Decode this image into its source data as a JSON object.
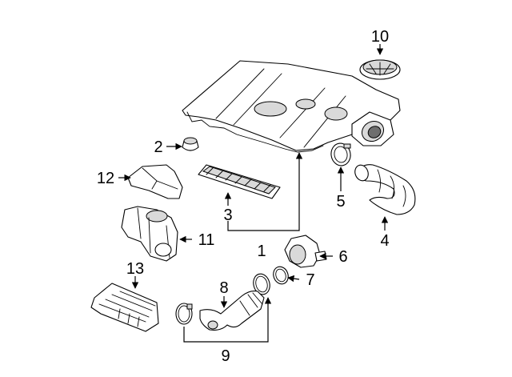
{
  "callouts": [
    {
      "id": "1",
      "text": "1"
    },
    {
      "id": "2",
      "text": "2"
    },
    {
      "id": "3",
      "text": "3"
    },
    {
      "id": "4",
      "text": "4"
    },
    {
      "id": "5",
      "text": "5"
    },
    {
      "id": "6",
      "text": "6"
    },
    {
      "id": "7",
      "text": "7"
    },
    {
      "id": "8",
      "text": "8"
    },
    {
      "id": "9",
      "text": "9"
    },
    {
      "id": "10",
      "text": "10"
    },
    {
      "id": "11",
      "text": "11"
    },
    {
      "id": "12",
      "text": "12"
    },
    {
      "id": "13",
      "text": "13"
    }
  ],
  "colors": {
    "line": "#000000",
    "fill": "#ffffff",
    "shade": "#d9d9d9",
    "dark": "#6e6e6e"
  }
}
